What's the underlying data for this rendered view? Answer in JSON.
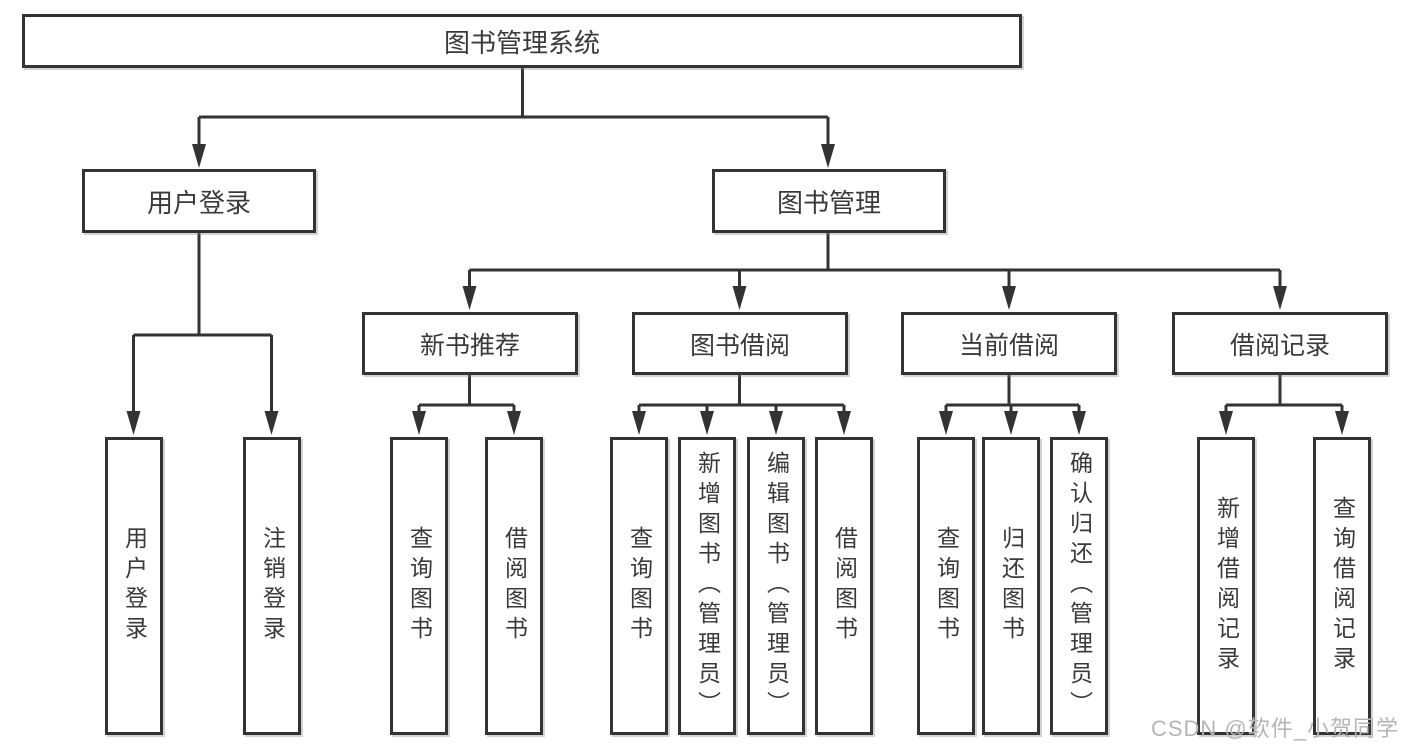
{
  "root": {
    "label": "图书管理系统"
  },
  "branches": {
    "user_login": {
      "label": "用户登录",
      "children": {
        "login": "用户登录",
        "logout": "注销登录"
      }
    },
    "book_management": {
      "label": "图书管理",
      "children": {
        "new_book_recommend": {
          "label": "新书推荐",
          "children": {
            "query": "查询图书",
            "borrow": "借阅图书"
          }
        },
        "book_borrow": {
          "label": "图书借阅",
          "children": {
            "query": "查询图书",
            "add": "新增图书（管理员）",
            "edit": "编辑图书（管理员）",
            "borrow": "借阅图书"
          }
        },
        "current_borrow": {
          "label": "当前借阅",
          "children": {
            "query": "查询图书",
            "return": "归还图书",
            "confirm_return": "确认归还（管理员）"
          }
        },
        "borrow_records": {
          "label": "借阅记录",
          "children": {
            "add_record": "新增借阅记录",
            "query_record": "查询借阅记录"
          }
        }
      }
    }
  },
  "watermark": "CSDN @软件_小贺同学",
  "colors": {
    "line": "#333333",
    "text": "#3a3a3a",
    "box_background": "#ffffff",
    "watermark": "#b5b5b5"
  }
}
